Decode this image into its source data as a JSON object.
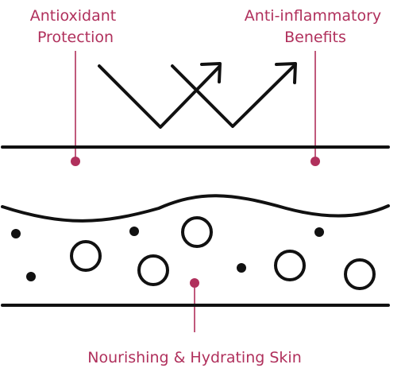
{
  "labels": {
    "antioxidant": [
      "Antioxidant",
      "Protection"
    ],
    "anti_inflammatory": [
      "Anti-inflammatory",
      "Benefits"
    ],
    "nourishing": "Nourishing & Hydrating Skin"
  },
  "colors": {
    "accent": "#b0305c",
    "ink": "#111111",
    "background": "#ffffff"
  }
}
